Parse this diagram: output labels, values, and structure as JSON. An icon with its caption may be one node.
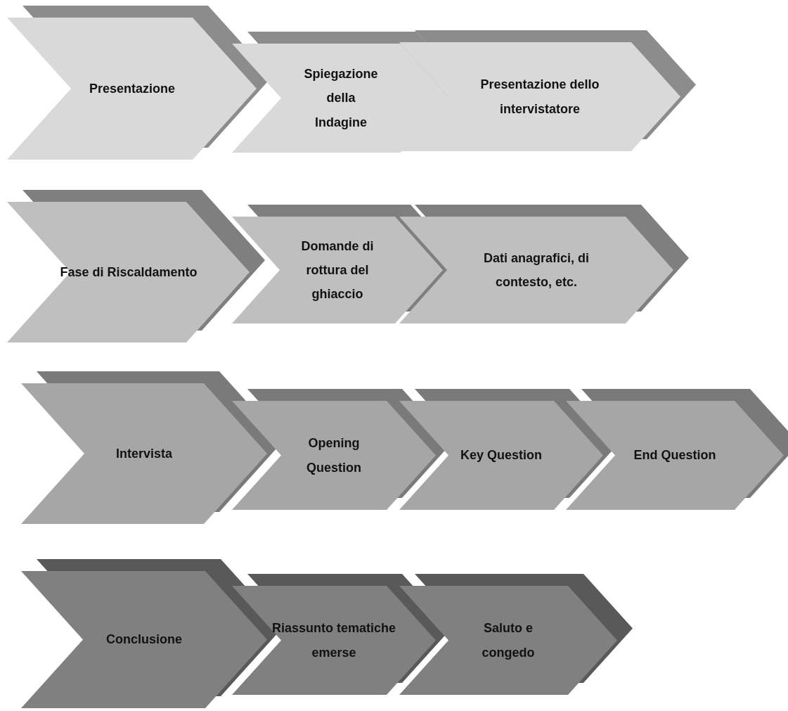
{
  "diagram": {
    "nodes": [
      {
        "text": [
          "Presentazione"
        ]
      },
      {
        "text": [
          "Spiegazione della Indagine"
        ]
      },
      {
        "text": [
          "Presentazione dello intervistatore"
        ]
      },
      {
        "text": [
          "Fase di Riscaldamento"
        ]
      },
      {
        "text": [
          "Domande di rottura del ghiaccio"
        ]
      },
      {
        "text": [
          "Dati anagrafici, di contesto, etc."
        ]
      },
      {
        "text": [
          "Intervista"
        ]
      },
      {
        "text": [
          "Opening Question"
        ]
      },
      {
        "text": [
          "Key Question"
        ]
      },
      {
        "text": [
          "End Question"
        ]
      },
      {
        "text": [
          "Conclusione"
        ]
      },
      {
        "text": [
          "Riassunto tematiche emerse"
        ]
      },
      {
        "text": [
          "Saluto e congedo"
        ]
      }
    ]
  }
}
